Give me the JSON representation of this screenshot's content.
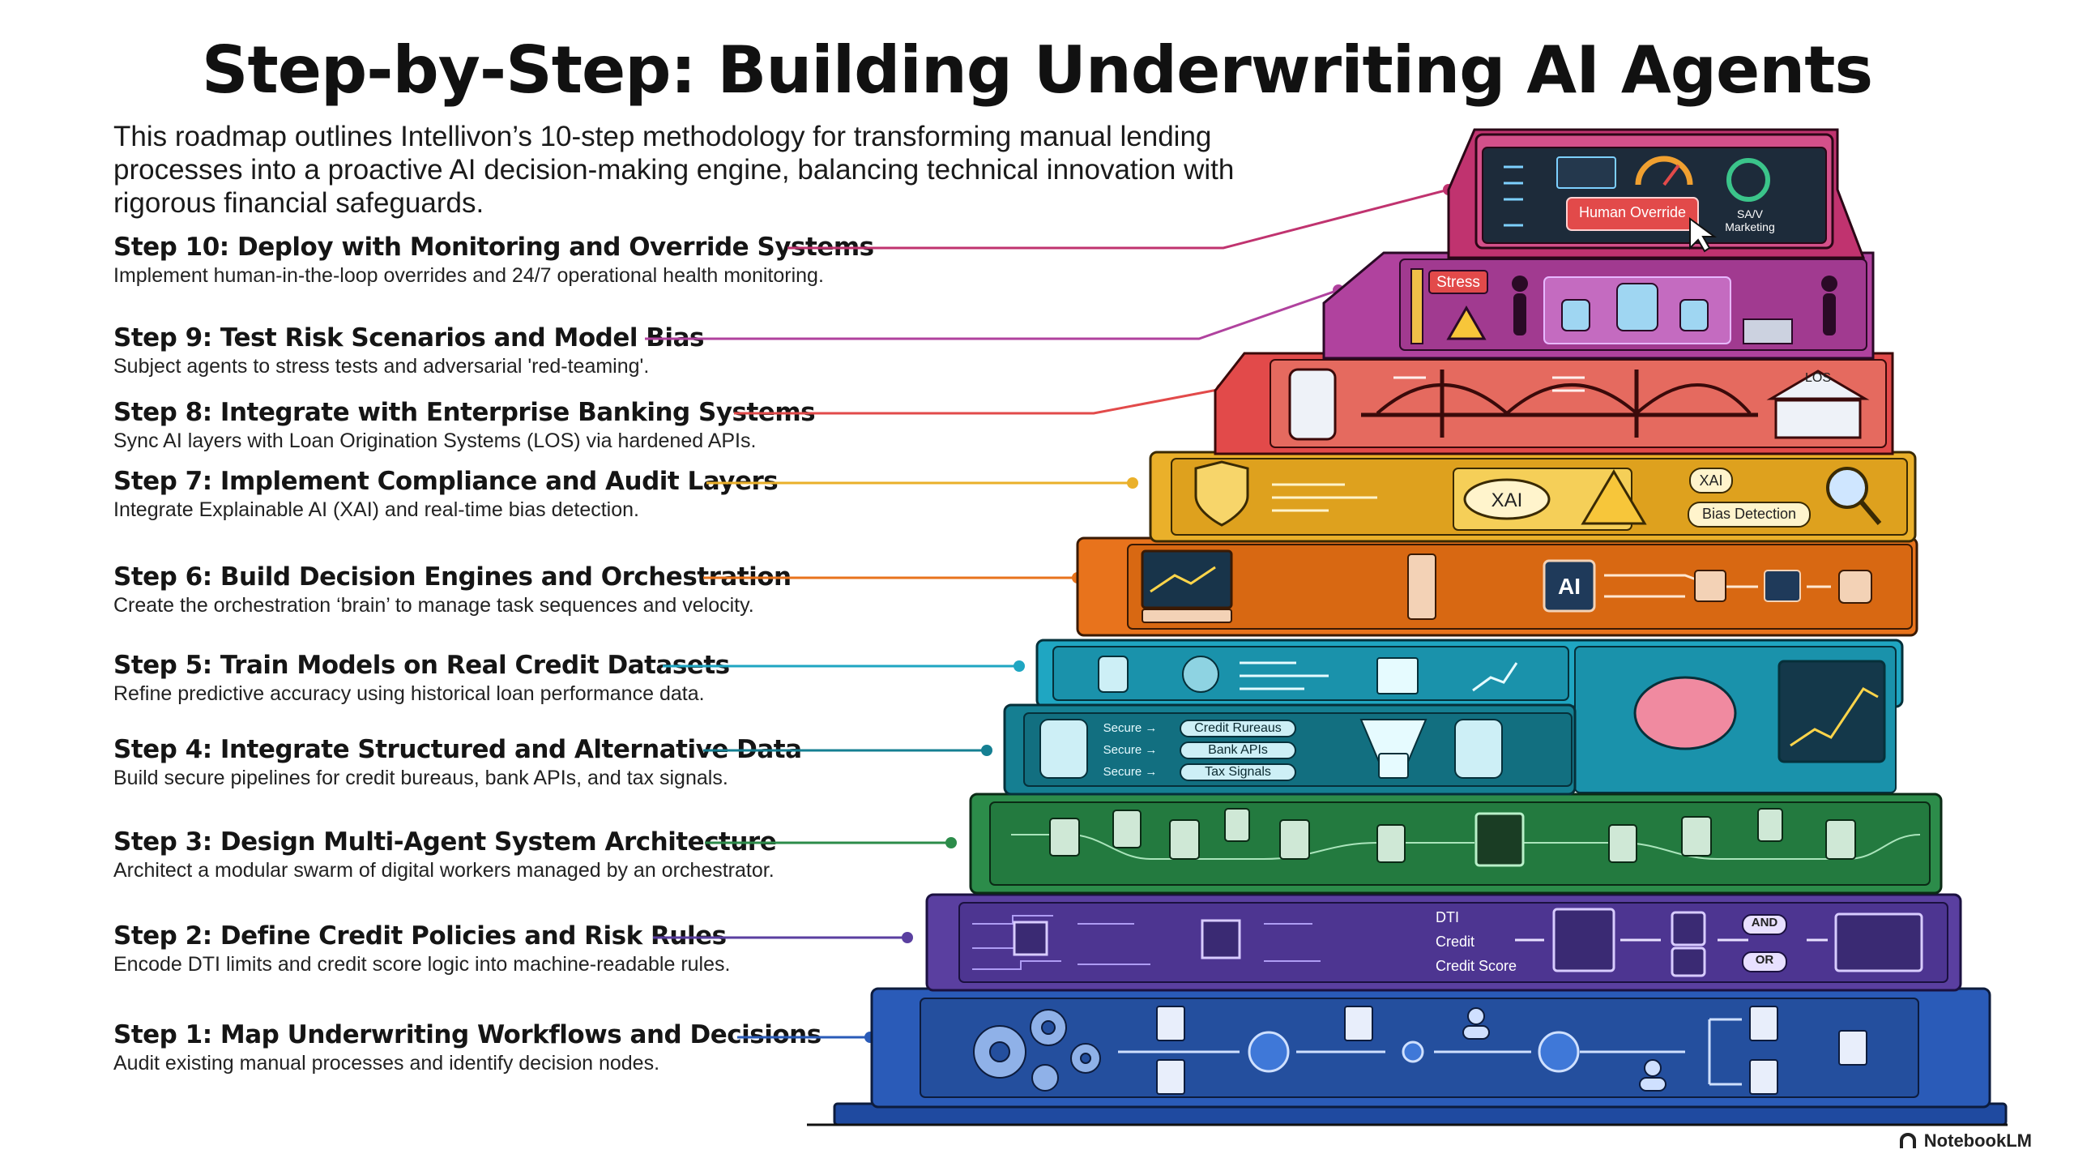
{
  "title": "Step-by-Step: Building Underwriting AI Agents",
  "intro": "This roadmap outlines Intellivon’s 10-step methodology for transforming manual lending processes into a proactive AI decision-making engine, balancing technical innovation with rigorous financial safeguards.",
  "steps": [
    {
      "title": "Step 10: Deploy with Monitoring and Override Systems",
      "desc": "Implement human-in-the-loop overrides and 24/7 operational health monitoring.",
      "color": "#c0336f"
    },
    {
      "title": "Step 9: Test Risk Scenarios and Model Bias",
      "desc": "Subject agents to stress tests and adversarial 'red-teaming'.",
      "color": "#b0429e"
    },
    {
      "title": "Step 8: Integrate with Enterprise Banking Systems",
      "desc": "Sync AI layers with Loan Origination Systems (LOS) via hardened APIs.",
      "color": "#e24a4a"
    },
    {
      "title": "Step 7: Implement Compliance and Audit Layers",
      "desc": "Integrate Explainable AI (XAI) and real-time bias detection.",
      "color": "#eab02a"
    },
    {
      "title": "Step 6: Build Decision Engines and Orchestration",
      "desc": "Create the orchestration ‘brain’ to manage task sequences and velocity.",
      "color": "#e8731c"
    },
    {
      "title": "Step 5: Train Models on Real Credit Datasets",
      "desc": "Refine predictive accuracy using historical loan performance data.",
      "color": "#1fa6c2"
    },
    {
      "title": "Step 4: Integrate Structured and Alternative Data",
      "desc": "Build secure pipelines for credit bureaus, bank APIs, and tax signals.",
      "color": "#157f92"
    },
    {
      "title": "Step 3: Design Multi-Agent System Architecture",
      "desc": "Architect a modular swarm of digital workers managed by an orchestrator.",
      "color": "#2c8c4a"
    },
    {
      "title": "Step 2: Define Credit Policies and Risk Rules",
      "desc": "Encode DTI limits and credit score logic into machine-readable rules.",
      "color": "#5a3fa0"
    },
    {
      "title": "Step 1: Map Underwriting Workflows and Decisions",
      "desc": "Audit existing manual processes and identify decision nodes.",
      "color": "#2a5bb8"
    }
  ],
  "tier_labels": {
    "human_override": "Human Override",
    "sa_marketing": "SA/V Marketing",
    "stress": "Stress",
    "los": "LOS",
    "xai_left": "XAI",
    "xai_right": "XAI",
    "bias_detection": "Bias Detection",
    "ai_chip": "AI",
    "secure_1": "Secure →",
    "secure_2": "Secure →",
    "secure_3": "Secure →",
    "credit_bureaus": "Credit Rureaus",
    "bank_apis": "Bank APIs",
    "tax_signals": "Tax Signals",
    "dti": "DTI",
    "credit": "Credit",
    "credit_score": "Credit Score",
    "and": "AND",
    "or": "OR"
  },
  "brand": "NotebookLM"
}
